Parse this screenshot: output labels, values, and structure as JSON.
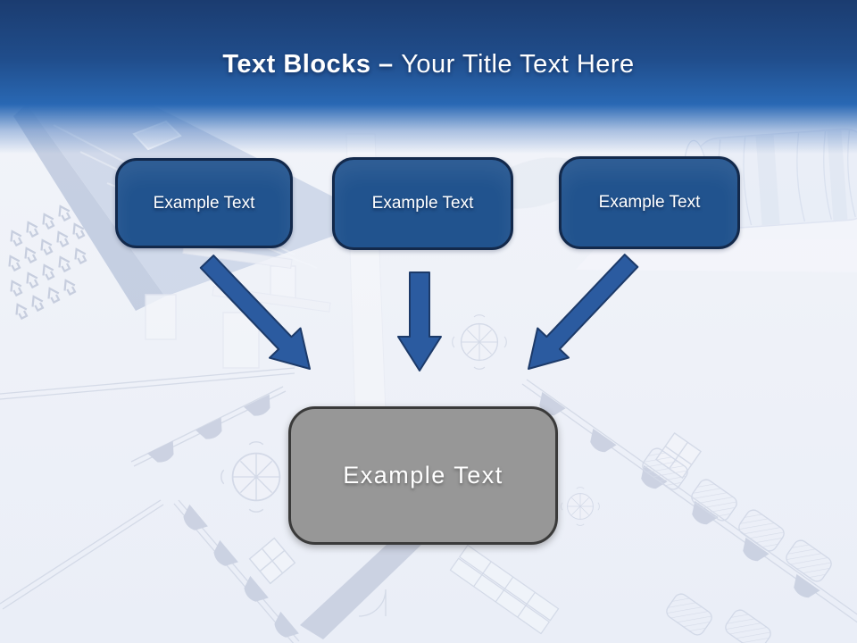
{
  "slide": {
    "title": {
      "bold": "Text Blocks – ",
      "regular": "Your Title Text Here"
    }
  },
  "blocks": [
    {
      "label": "Example Text"
    },
    {
      "label": "Example Text"
    },
    {
      "label": "Example Text"
    }
  ],
  "target_block": {
    "label": "Example Text"
  },
  "icons": [
    {
      "name": "arrow-diagonal-down-right-icon"
    },
    {
      "name": "arrow-down-icon"
    },
    {
      "name": "arrow-diagonal-down-left-icon"
    }
  ],
  "colors": {
    "header_gradient_top": "#1b3c70",
    "header_gradient_bottom": "#2968b4",
    "block_fill": "#21538e",
    "block_border": "#13294b",
    "arrow_fill": "#2b5ba0",
    "arrow_border": "#1c3a69",
    "target_fill": "#979797",
    "target_border": "#3a3a3a",
    "text_color": "#ffffff"
  }
}
